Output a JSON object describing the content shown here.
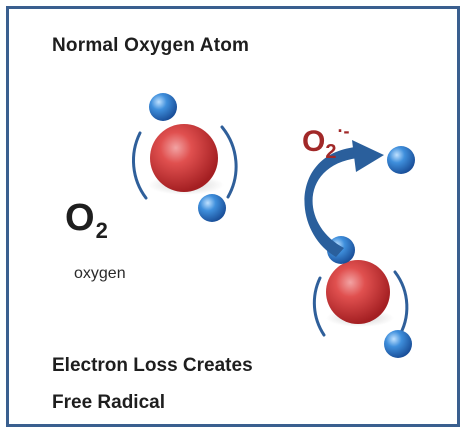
{
  "diagram": {
    "title": "Normal Oxygen Atom",
    "oxygen_formula": {
      "symbol": "O",
      "subscript": "2"
    },
    "oxygen_name": "oxygen",
    "radical_formula": {
      "symbol": "O",
      "subscript": "2",
      "superscript": "·-"
    },
    "caption_line_1": "Electron Loss Creates",
    "caption_line_2": "Free Radical"
  },
  "colors": {
    "frame": "#3a5f8f",
    "nucleus": "#d23c3c",
    "electron": "#2f79c6",
    "orbit": "#2f5f9a",
    "arrow": "#2a5f9c",
    "radical_text": "#a12828"
  }
}
